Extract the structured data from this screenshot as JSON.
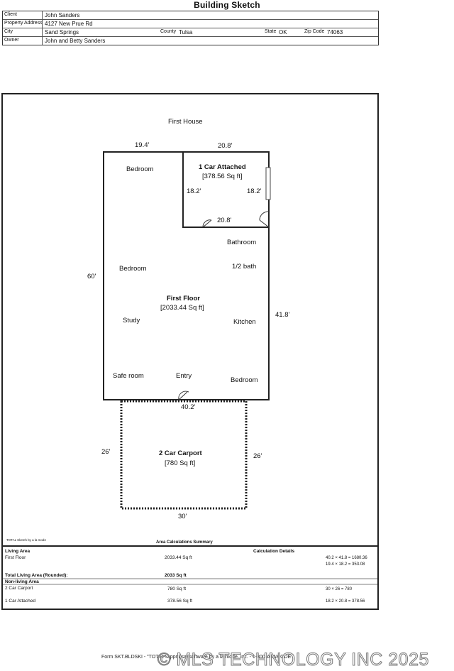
{
  "header": {
    "title": "Building Sketch",
    "client_label": "Client",
    "client": "John Sanders",
    "address_label": "Property Address",
    "address": "4127 New Prue Rd",
    "city_label": "City",
    "city": "Sand Springs",
    "county_label": "County",
    "county": "Tulsa",
    "state_label": "State",
    "state": "OK",
    "zip_label": "Zip Code",
    "zip": "74063",
    "owner_label": "Owner",
    "owner": "John and Betty Sanders"
  },
  "sketch": {
    "house_label": "First House",
    "dim_top_left": "19.4'",
    "dim_top_right": "20.8'",
    "garage_title": "1 Car Attached",
    "garage_area": "[378.56 Sq ft]",
    "garage_dim_left": "18.2'",
    "garage_dim_right": "18.2'",
    "garage_dim_bottom": "20.8'",
    "dim_left": "60'",
    "dim_right": "41.8'",
    "dim_bottom": "40.2'",
    "rooms": {
      "bedroom_1": "Bedroom",
      "bedroom_2": "Bedroom",
      "bedroom_3": "Bedroom",
      "bathroom": "Bathroom",
      "half_bath": "1/2 bath",
      "study": "Study",
      "kitchen": "Kitchen",
      "safe_room": "Safe room",
      "entry": "Entry"
    },
    "floor_title": "First Floor",
    "floor_area": "[2033.44 Sq ft]",
    "carport_title": "2 Car Carport",
    "carport_area": "[780 Sq ft]",
    "carport_dim_left": "26'",
    "carport_dim_right": "26'",
    "carport_dim_bottom": "30'"
  },
  "summary": {
    "credit": "TOTAL Sketch by a la mode",
    "title": "Area Calculations Summary",
    "living_area_label": "Living Area",
    "calc_details_label": "Calculation Details",
    "first_floor_label": "First Floor",
    "first_floor_area": "2033.44 Sq ft",
    "calc_1": "40.2 × 41.8  =  1680.36",
    "calc_2": "19.4 × 18.2  =  353.08",
    "total_label": "Total Living Area (Rounded):",
    "total_value": "2033 Sq ft",
    "non_living_label": "Non-living Area",
    "carport_label": "2 Car Carport",
    "carport_area": "780 Sq ft",
    "carport_calc": "30 × 26       =       780",
    "attached_label": "1 Car Attached",
    "attached_area": "378.56 Sq ft",
    "attached_calc": "18.2 × 20.8  =  378.56"
  },
  "footer": {
    "form_text": "Form SKT.BLDSKI - \"TOTAL\" appraisal software by a la mode, inc. - 1-800-ALAMODE",
    "watermark": "© MLS TECHNOLOGY INC 2025"
  }
}
